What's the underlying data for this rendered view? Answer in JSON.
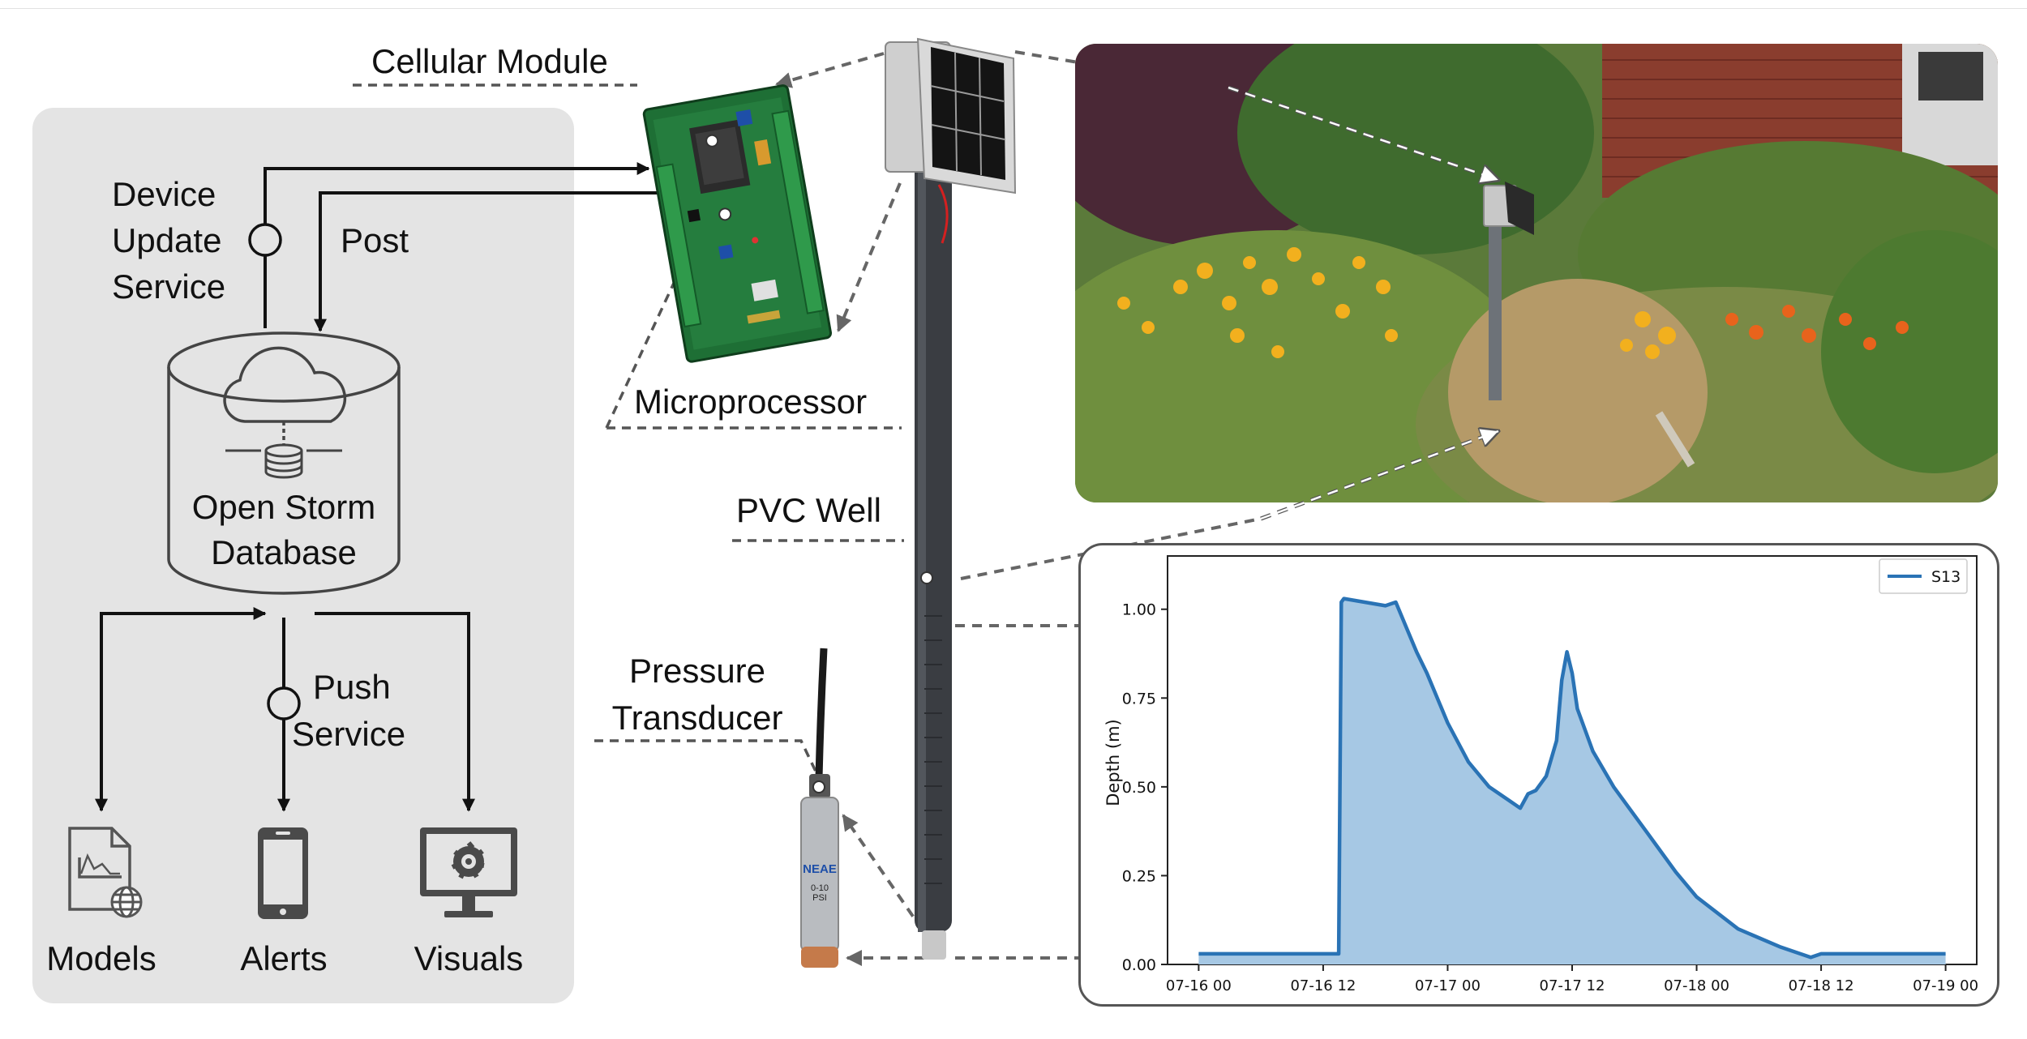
{
  "labels": {
    "cellular_module": "Cellular Module",
    "device_update_1": "Device",
    "device_update_2": "Update",
    "device_update_3": "Service",
    "post": "Post",
    "database_1": "Open Storm",
    "database_2": "Database",
    "push_1": "Push",
    "push_2": "Service",
    "models": "Models",
    "alerts": "Alerts",
    "visuals": "Visuals",
    "microprocessor": "Microprocessor",
    "pvc_well": "PVC Well",
    "pressure_1": "Pressure",
    "pressure_2": "Transducer",
    "sensor_label": "NEAE",
    "sensor_range": "0-10 PSI"
  },
  "icons": [
    "cloud-icon",
    "database-icon",
    "document-chart-icon",
    "globe-icon",
    "smartphone-icon",
    "monitor-icon",
    "grafana-icon"
  ],
  "colors": {
    "panel_bg": "#e4e4e4",
    "series_line": "#2a73b5",
    "series_fill": "#a6c8e4",
    "board_green": "#1e6f35",
    "arrow_gray": "#666666"
  },
  "chart_data": {
    "type": "area",
    "title": "",
    "xlabel": "",
    "ylabel": "Depth (m)",
    "legend": "top-right",
    "grid": false,
    "xlim": [
      "2023-07-15T21:00",
      "2023-07-19T03:00"
    ],
    "ylim": [
      0,
      1.15
    ],
    "x_ticks": [
      "07-16 00",
      "07-16 12",
      "07-17 00",
      "07-17 12",
      "07-18 00",
      "07-18 12",
      "07-19 00"
    ],
    "y_ticks": [
      "0.00",
      "0.25",
      "0.50",
      "0.75",
      "1.00"
    ],
    "y_tick_values": [
      0,
      0.25,
      0.5,
      0.75,
      1.0
    ],
    "series": [
      {
        "name": "S13",
        "x": [
          "07-16 00:00",
          "07-16 06:00",
          "07-16 12:00",
          "07-16 13:30",
          "07-16 13:45",
          "07-16 14:00",
          "07-16 16:00",
          "07-16 18:00",
          "07-16 19:00",
          "07-16 20:00",
          "07-16 21:00",
          "07-16 22:00",
          "07-17 00:00",
          "07-17 02:00",
          "07-17 04:00",
          "07-17 06:00",
          "07-17 07:00",
          "07-17 07:45",
          "07-17 08:30",
          "07-17 09:30",
          "07-17 10:30",
          "07-17 11:00",
          "07-17 11:30",
          "07-17 12:00",
          "07-17 12:30",
          "07-17 13:00",
          "07-17 14:00",
          "07-17 16:00",
          "07-17 18:00",
          "07-17 20:00",
          "07-17 22:00",
          "07-18 00:00",
          "07-18 04:00",
          "07-18 08:00",
          "07-18 10:00",
          "07-18 11:00",
          "07-18 12:00",
          "07-19 00:00"
        ],
        "y": [
          0.03,
          0.03,
          0.03,
          0.03,
          1.02,
          1.03,
          1.02,
          1.01,
          1.02,
          0.95,
          0.88,
          0.82,
          0.68,
          0.57,
          0.5,
          0.46,
          0.44,
          0.48,
          0.49,
          0.53,
          0.63,
          0.8,
          0.88,
          0.82,
          0.72,
          0.68,
          0.6,
          0.5,
          0.42,
          0.34,
          0.26,
          0.19,
          0.1,
          0.05,
          0.03,
          0.02,
          0.03,
          0.03
        ]
      }
    ]
  }
}
